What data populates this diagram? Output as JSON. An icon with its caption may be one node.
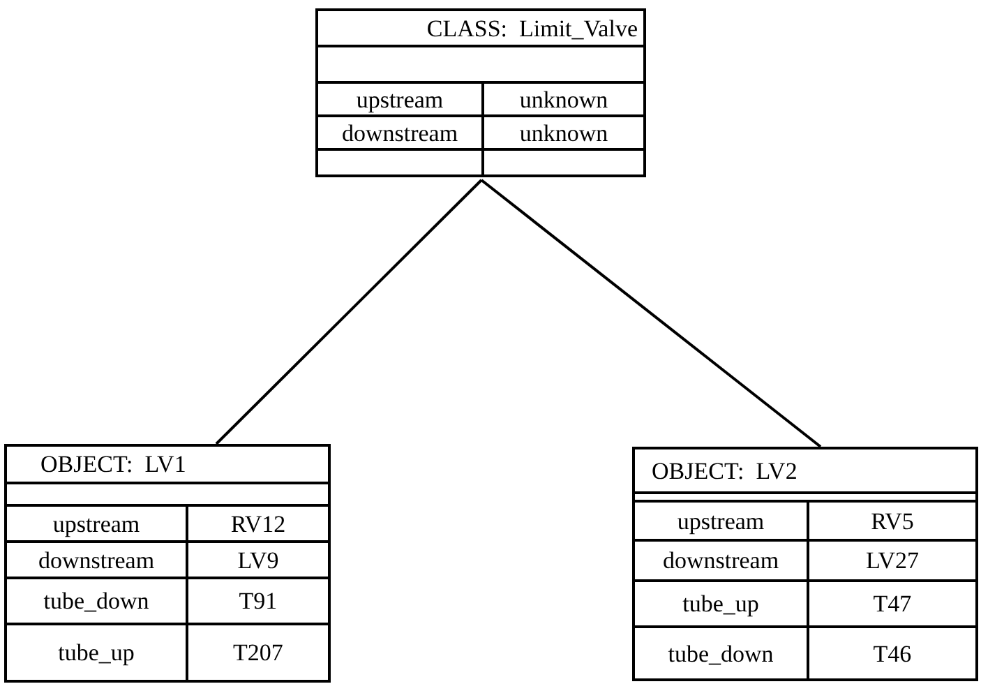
{
  "diagram": {
    "nodes": [
      {
        "text": [
          "CLASS:  Limit_Valve",
          "upstream",
          "unknown",
          "downstream",
          "unknown"
        ]
      },
      {
        "text": [
          "OBJECT:  LV1",
          "upstream",
          "RV12",
          "downstream",
          "LV9",
          "tube_down",
          "T91",
          "tube_up",
          "T207"
        ]
      },
      {
        "text": [
          "OBJECT:  LV2",
          "upstream",
          "RV5",
          "downstream",
          "LV27",
          "tube_up",
          "T47",
          "tube_down",
          "T46"
        ]
      }
    ],
    "edges": [
      {
        "from": 0,
        "to": 1,
        "arrow": "none"
      },
      {
        "from": 0,
        "to": 2,
        "arrow": "none"
      }
    ]
  }
}
